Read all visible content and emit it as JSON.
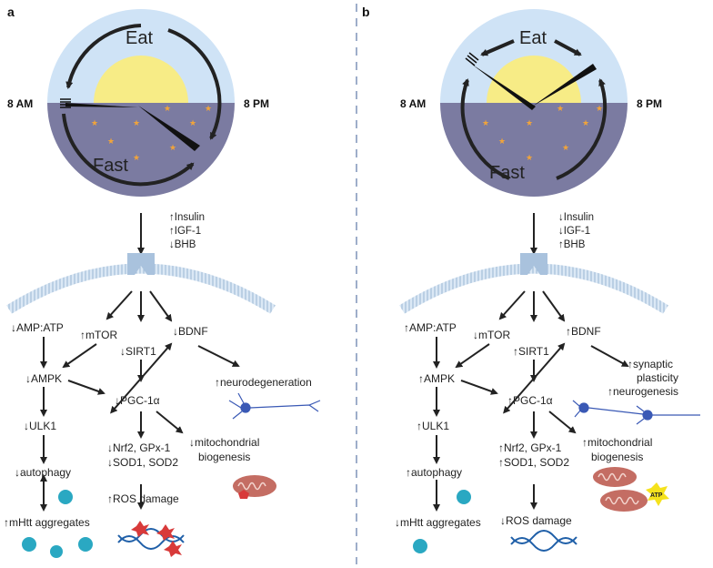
{
  "divider_color": "#7f93b8",
  "colors": {
    "sky": "#cfe3f6",
    "night": "#7b7ba1",
    "sun": "#f7ec86",
    "star": "#f1a43a",
    "receptor": "#a9c2dd",
    "membrane": "#c4d9ec",
    "arrow": "#222222"
  },
  "panel_a": {
    "letter": "a",
    "time_left": "8 AM",
    "time_right": "8 PM",
    "clock_top_word": "Eat",
    "clock_bottom_word": "Fast",
    "signals": [
      "↑Insulin",
      "↑IGF-1",
      "↓BHB"
    ],
    "nodes": {
      "amp_atp": "↓AMP:ATP",
      "mtor": "↑mTOR",
      "sirt1": "↓SIRT1",
      "bdnf": "↓BDNF",
      "ampk": "↓AMPK",
      "pgc1a": "↓PGC-1α",
      "neurodegeneration": "↑neurodegeneration",
      "ulk1": "↓ULK1",
      "nrf2": "↓Nrf2, GPx-1",
      "sod": "↓SOD1, SOD2",
      "mito_1": "↓mitochondrial",
      "mito_2": "biogenesis",
      "autophagy": "↓autophagy",
      "ros": "↑ROS damage",
      "mhtt": "↑mHtt aggregates"
    }
  },
  "panel_b": {
    "letter": "b",
    "time_left": "8 AM",
    "time_right": "8 PM",
    "clock_top_word": "Eat",
    "clock_bottom_word": "Fast",
    "signals": [
      "↓Insulin",
      "↓IGF-1",
      "↑BHB"
    ],
    "nodes": {
      "amp_atp": "↑AMP:ATP",
      "mtor": "↓mTOR",
      "sirt1": "↑SIRT1",
      "bdnf": "↑BDNF",
      "synaptic_1": "↑synaptic",
      "synaptic_2": "plasticity",
      "neurogenesis": "↑neurogenesis",
      "ampk": "↑AMPK",
      "pgc1a": "↑PGC-1α",
      "ulk1": "↑ULK1",
      "nrf2": "↑Nrf2, GPx-1",
      "sod": "↑SOD1, SOD2",
      "mito_1": "↑mitochondrial",
      "mito_2": "biogenesis",
      "autophagy": "↑autophagy",
      "ros": "↓ROS damage",
      "mhtt": "↓mHtt aggregates",
      "atp_label": "ATP"
    }
  }
}
